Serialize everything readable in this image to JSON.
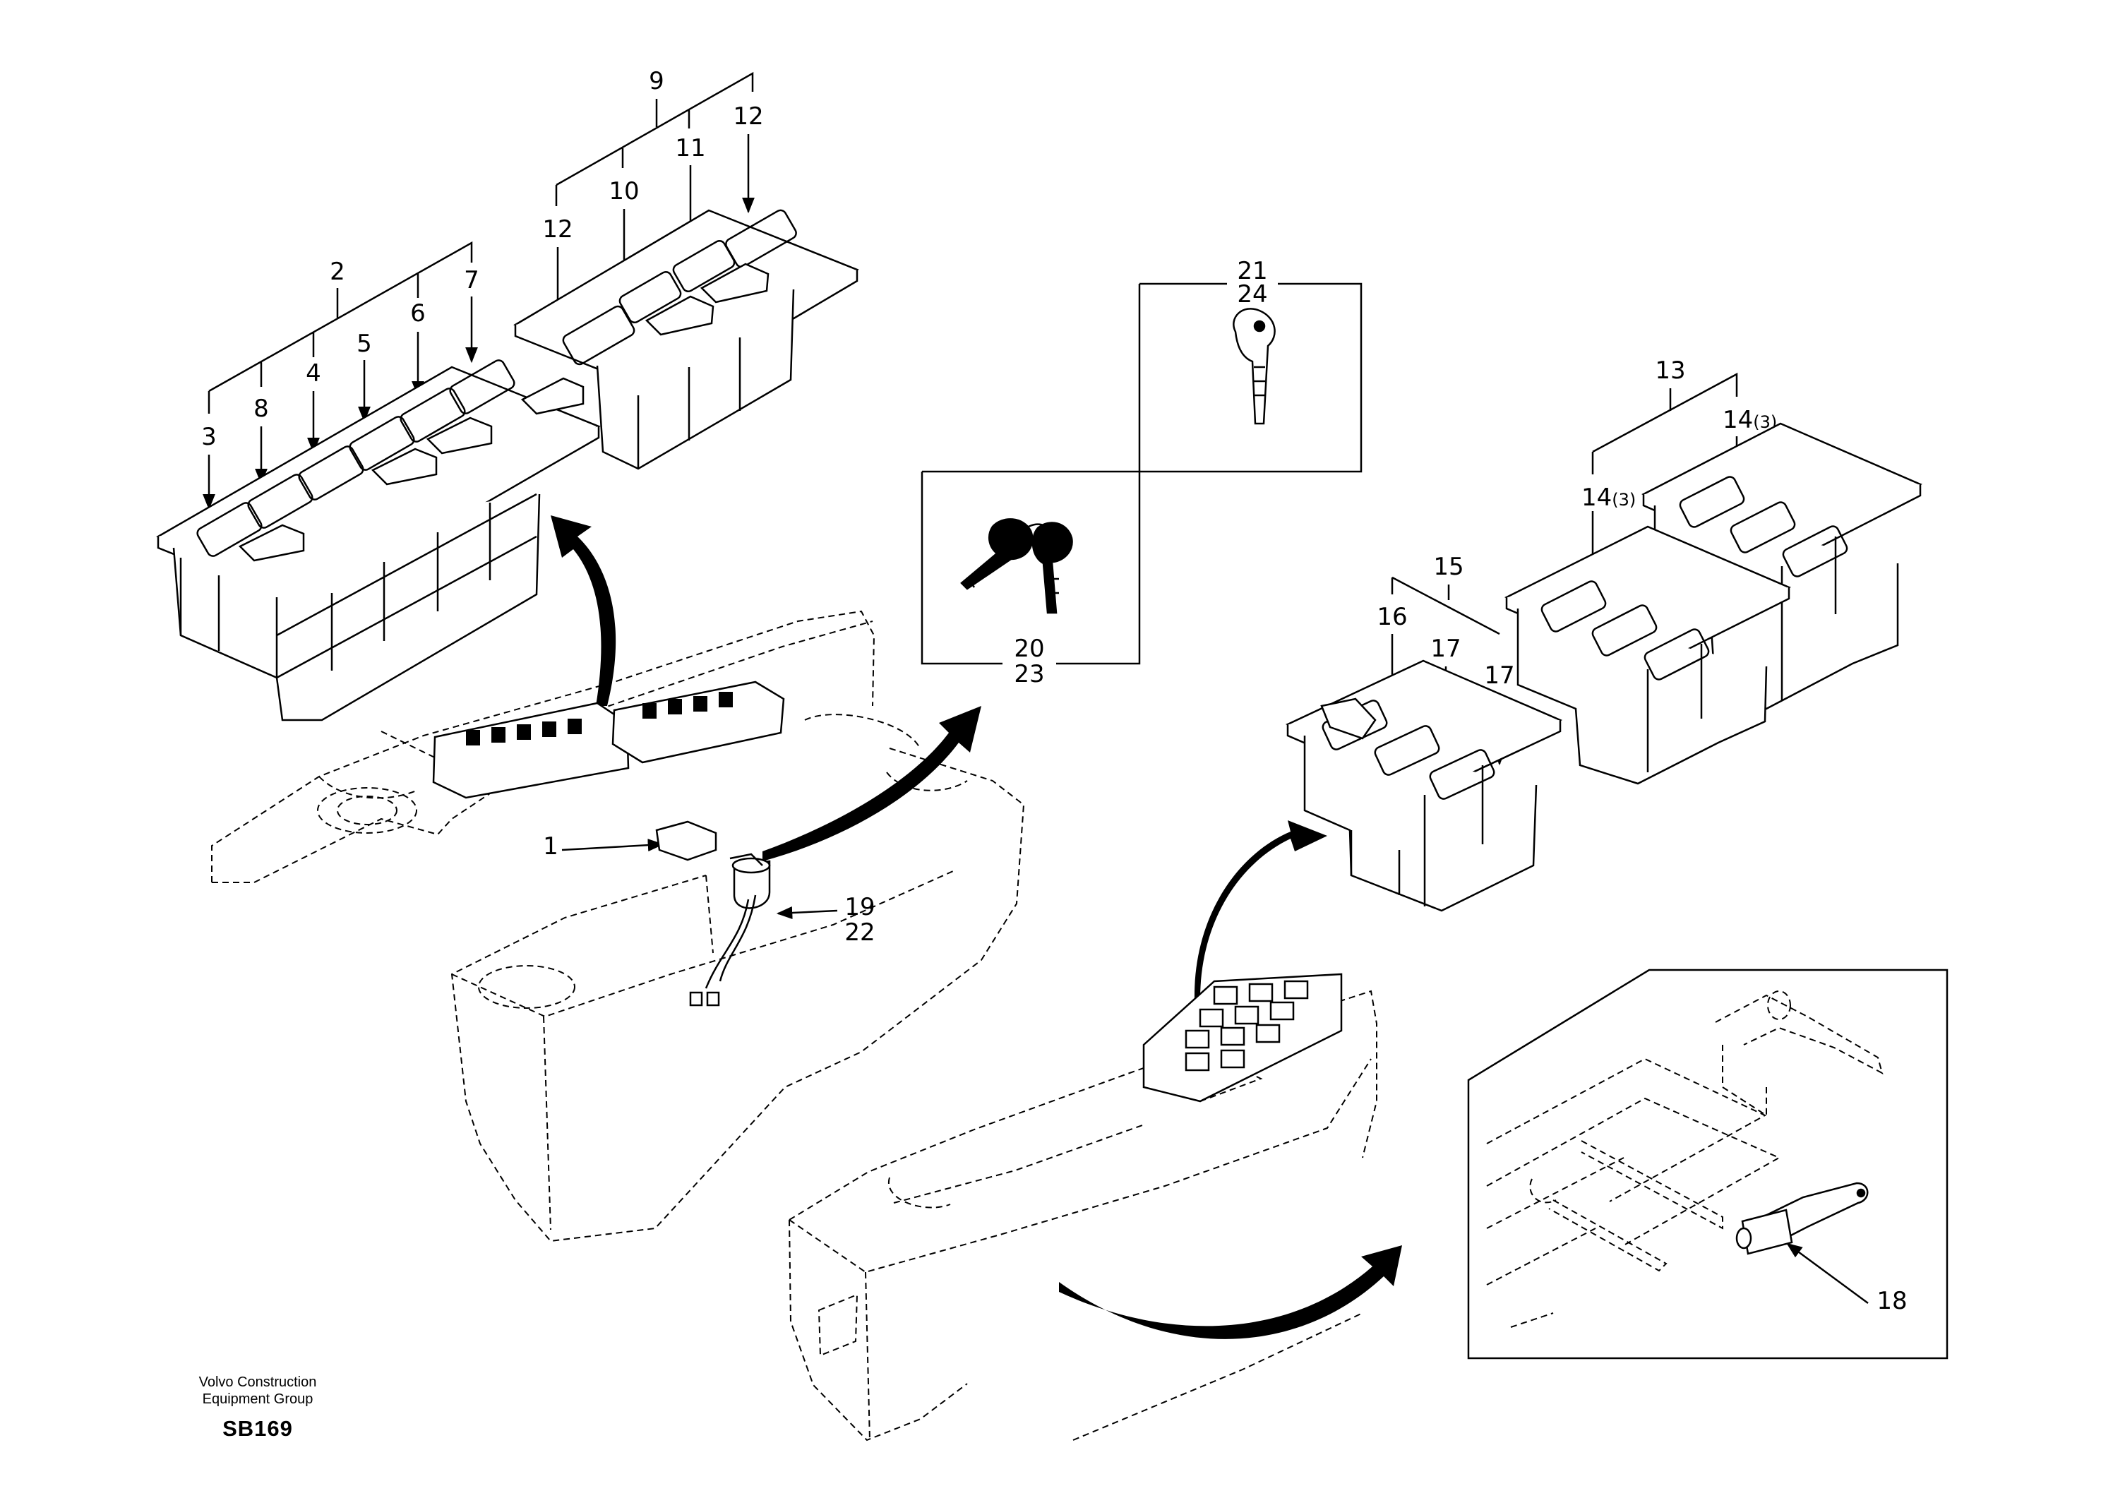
{
  "callouts": {
    "c1": "1",
    "c2": "2",
    "c3": "3",
    "c4": "4",
    "c5": "5",
    "c6": "6",
    "c7": "7",
    "c8": "8",
    "c9": "9",
    "c10": "10",
    "c11": "11",
    "c12a": "12",
    "c12b": "12",
    "c13": "13",
    "c14a": "14",
    "c14a_sub": "(3)",
    "c14b": "14",
    "c14b_sub": "(3)",
    "c15": "15",
    "c16": "16",
    "c17a": "17",
    "c17b": "17",
    "c18": "18",
    "c19": "19",
    "c22": "22",
    "c20": "20",
    "c23": "23",
    "c21": "21",
    "c24": "24"
  },
  "footer": {
    "company_line1": "Volvo Construction",
    "company_line2": "Equipment Group",
    "code": "SB169"
  }
}
